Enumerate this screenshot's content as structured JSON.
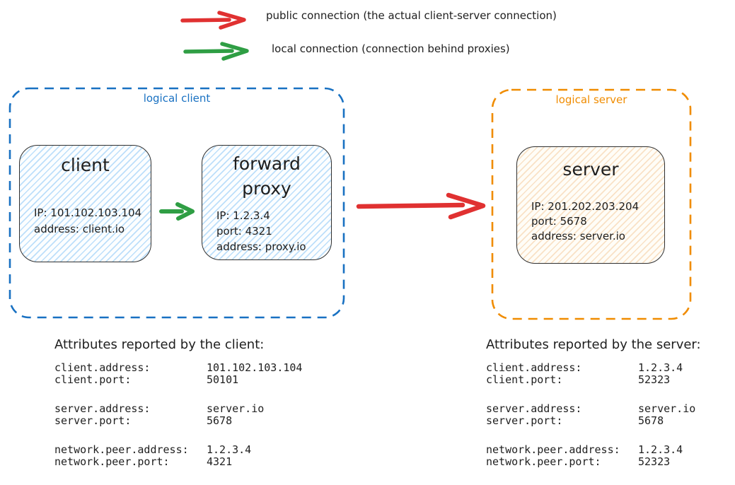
{
  "legend": {
    "public": {
      "label": "public connection (the actual client-server connection)",
      "color": "#e03131"
    },
    "local": {
      "label": "local connection (connection behind proxies)",
      "color": "#2f9e44"
    }
  },
  "diagram": {
    "logical_client": {
      "label": "logical client",
      "color": "#1971c2",
      "nodes": {
        "client": {
          "title": "client",
          "details": [
            "IP: 101.102.103.104",
            "address: client.io"
          ]
        },
        "forward_proxy": {
          "title": "forward proxy",
          "details": [
            "IP: 1.2.3.4",
            "port: 4321",
            "address: proxy.io"
          ]
        }
      }
    },
    "logical_server": {
      "label": "logical server",
      "color": "#f08c00",
      "nodes": {
        "server": {
          "title": "server",
          "details": [
            "IP: 201.202.203.204",
            "port: 5678",
            "address: server.io"
          ]
        }
      }
    }
  },
  "client_attributes": {
    "title": "Attributes reported by the client:",
    "groups": [
      {
        "rows": [
          {
            "key": "client.address:",
            "value": "101.102.103.104"
          },
          {
            "key": "client.port:",
            "value": "50101"
          }
        ]
      },
      {
        "rows": [
          {
            "key": "server.address:",
            "value": "server.io"
          },
          {
            "key": "server.port:",
            "value": "5678"
          }
        ]
      },
      {
        "rows": [
          {
            "key": "network.peer.address:",
            "value": "1.2.3.4"
          },
          {
            "key": "network.peer.port:",
            "value": "4321"
          }
        ]
      }
    ]
  },
  "server_attributes": {
    "title": "Attributes reported by the server:",
    "groups": [
      {
        "rows": [
          {
            "key": "client.address:",
            "value": "1.2.3.4"
          },
          {
            "key": "client.port:",
            "value": "52323"
          }
        ]
      },
      {
        "rows": [
          {
            "key": "server.address:",
            "value": "server.io"
          },
          {
            "key": "server.port:",
            "value": "5678"
          }
        ]
      },
      {
        "rows": [
          {
            "key": "network.peer.address:",
            "value": "1.2.3.4"
          },
          {
            "key": "network.peer.port:",
            "value": "52323"
          }
        ]
      }
    ]
  }
}
